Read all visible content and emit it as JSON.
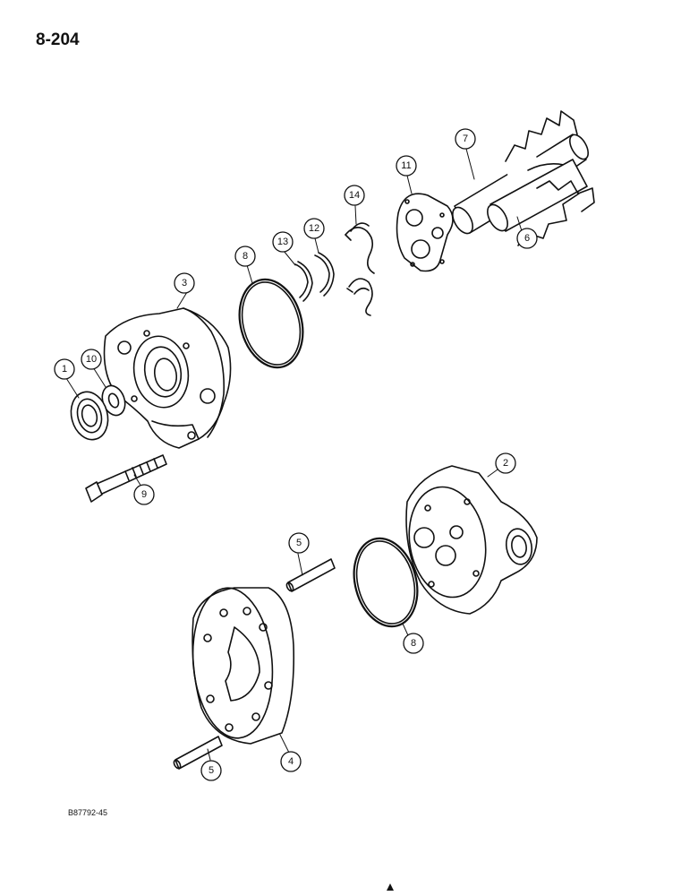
{
  "page_number": "8-204",
  "figure_code": "B87792-45",
  "callouts": [
    "1",
    "2",
    "3",
    "4",
    "5",
    "5",
    "6",
    "7",
    "8",
    "8",
    "9",
    "10",
    "11",
    "12",
    "13",
    "14"
  ]
}
